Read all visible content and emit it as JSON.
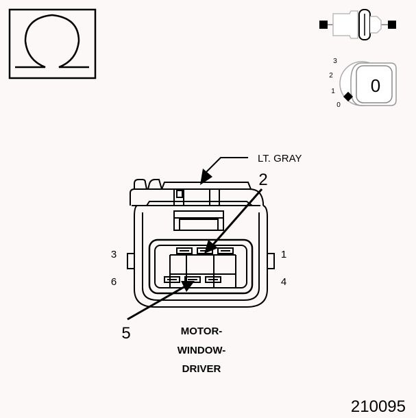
{
  "symbols": {
    "ohm_icon": "ohm-symbol",
    "switch_icon": "ignition-switch-off",
    "key_icon": "ignition-key"
  },
  "key_positions": [
    "3",
    "2",
    "1",
    "0"
  ],
  "key_face_label": "0",
  "connector": {
    "color_label": "LT. GRAY",
    "callout_top": "2",
    "callout_bottom": "5",
    "pin_labels": {
      "top_left": "3",
      "bottom_left": "6",
      "top_right": "1",
      "bottom_right": "4"
    },
    "name_lines": [
      "MOTOR-",
      "WINDOW-",
      "DRIVER"
    ]
  },
  "figure_number": "210095"
}
